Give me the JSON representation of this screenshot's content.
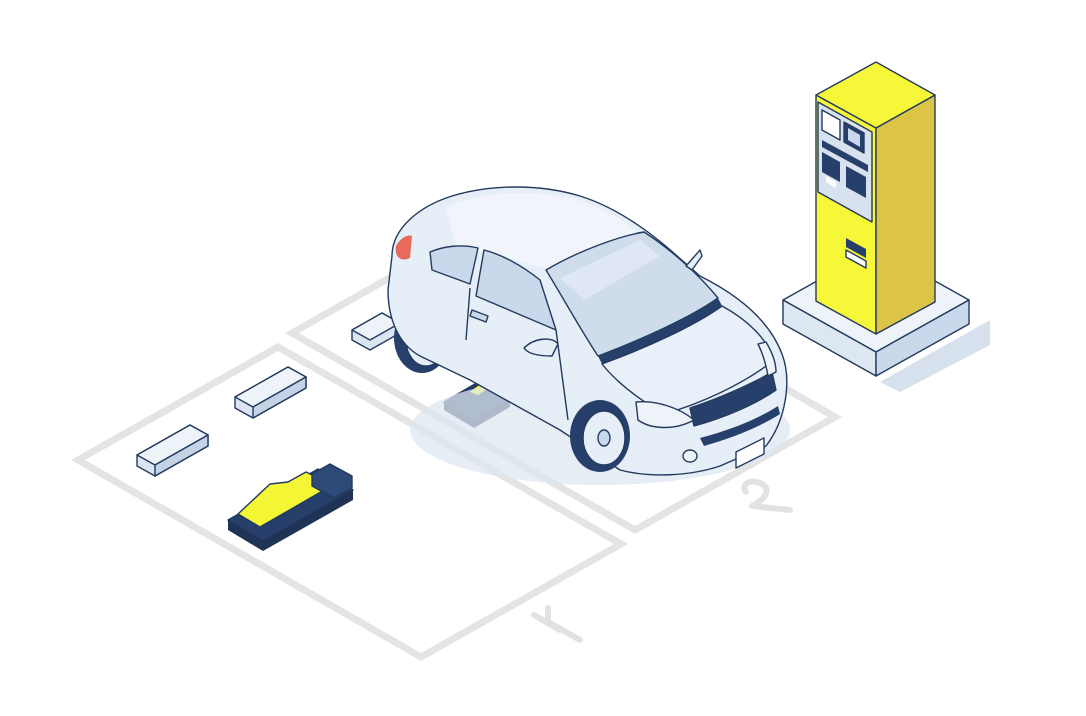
{
  "scene": {
    "description_free": true,
    "spaces": [
      {
        "label": "1",
        "occupied": false,
        "lock_state": "raised"
      },
      {
        "label": "2",
        "occupied": true,
        "lock_state": "lowered"
      }
    ],
    "colors": {
      "background": "#ffffff",
      "lines": "#e4e4e4",
      "car_body": "#e6eef8",
      "car_window": "#c9d8ea",
      "outline": "#233a5e",
      "lock_dark": "#27406b",
      "lock_yellow": "#f3f535",
      "machine_front": "#f7f73a",
      "machine_side": "#dcc447",
      "machine_base": "#dde7f2",
      "shadow": "#d7e1ee",
      "taillight": "#e96a5a"
    },
    "icons": [
      "car",
      "parking-lock",
      "wheel-stop",
      "payment-machine"
    ]
  }
}
